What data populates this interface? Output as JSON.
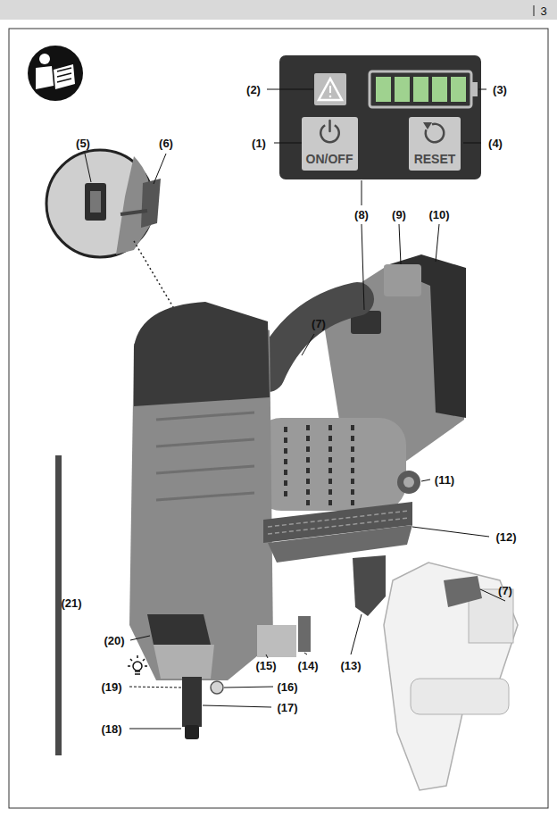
{
  "diagram": {
    "nodes": [
      {
        "text": [
          "ON/OFF"
        ]
      },
      {
        "text": [
          "RESET"
        ]
      }
    ],
    "labels": [
      "3",
      "(2)",
      "(3)",
      "(1)",
      "(4)",
      "(5)",
      "(6)",
      "(8)",
      "(9)",
      "(10)",
      "(7)",
      "(11)",
      "(12)",
      "(7)",
      "(21)",
      "(20)",
      "(15)",
      "(14)",
      "(13)",
      "(16)",
      "(19)",
      "(17)",
      "(18)"
    ]
  }
}
